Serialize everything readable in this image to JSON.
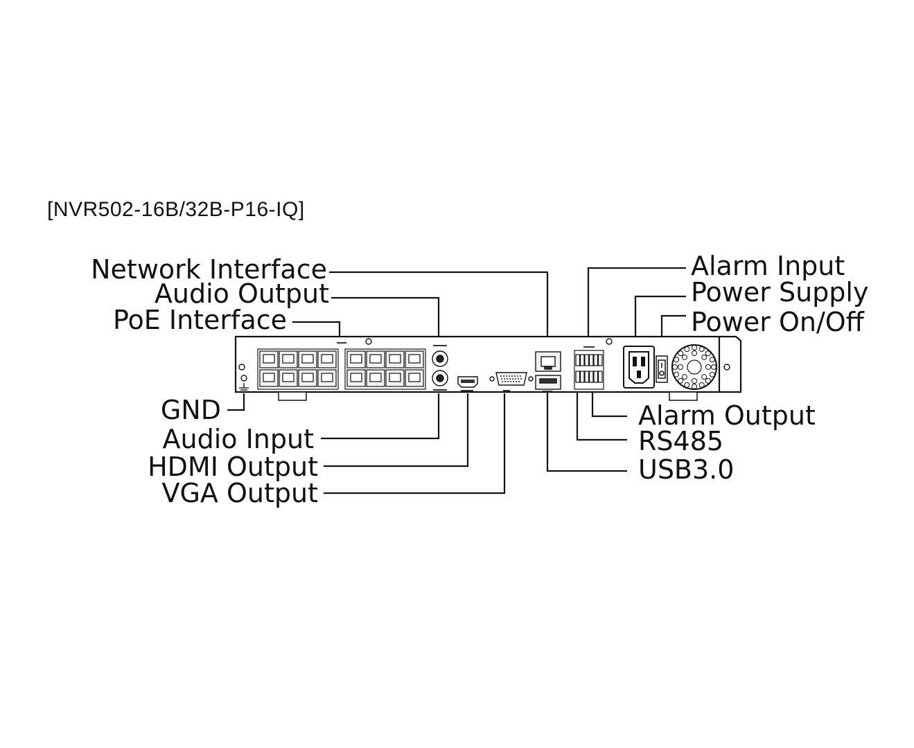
{
  "model": "[NVR502-16B/32B-P16-IQ]",
  "labels": {
    "network_interface": "Network Interface",
    "audio_output": "Audio Output",
    "poe_interface": "PoE Interface",
    "gnd": "GND",
    "audio_input": "Audio Input",
    "hdmi_output": "HDMI Output",
    "vga_output": "VGA Output",
    "alarm_input": "Alarm Input",
    "power_supply": "Power Supply",
    "power_on_off": "Power On/Off",
    "alarm_output": "Alarm Output",
    "rs485": "RS485",
    "usb30": "USB3.0"
  },
  "colors": {
    "line": "#111111",
    "panel": "#ffffff",
    "port": "#f2f2f2"
  }
}
